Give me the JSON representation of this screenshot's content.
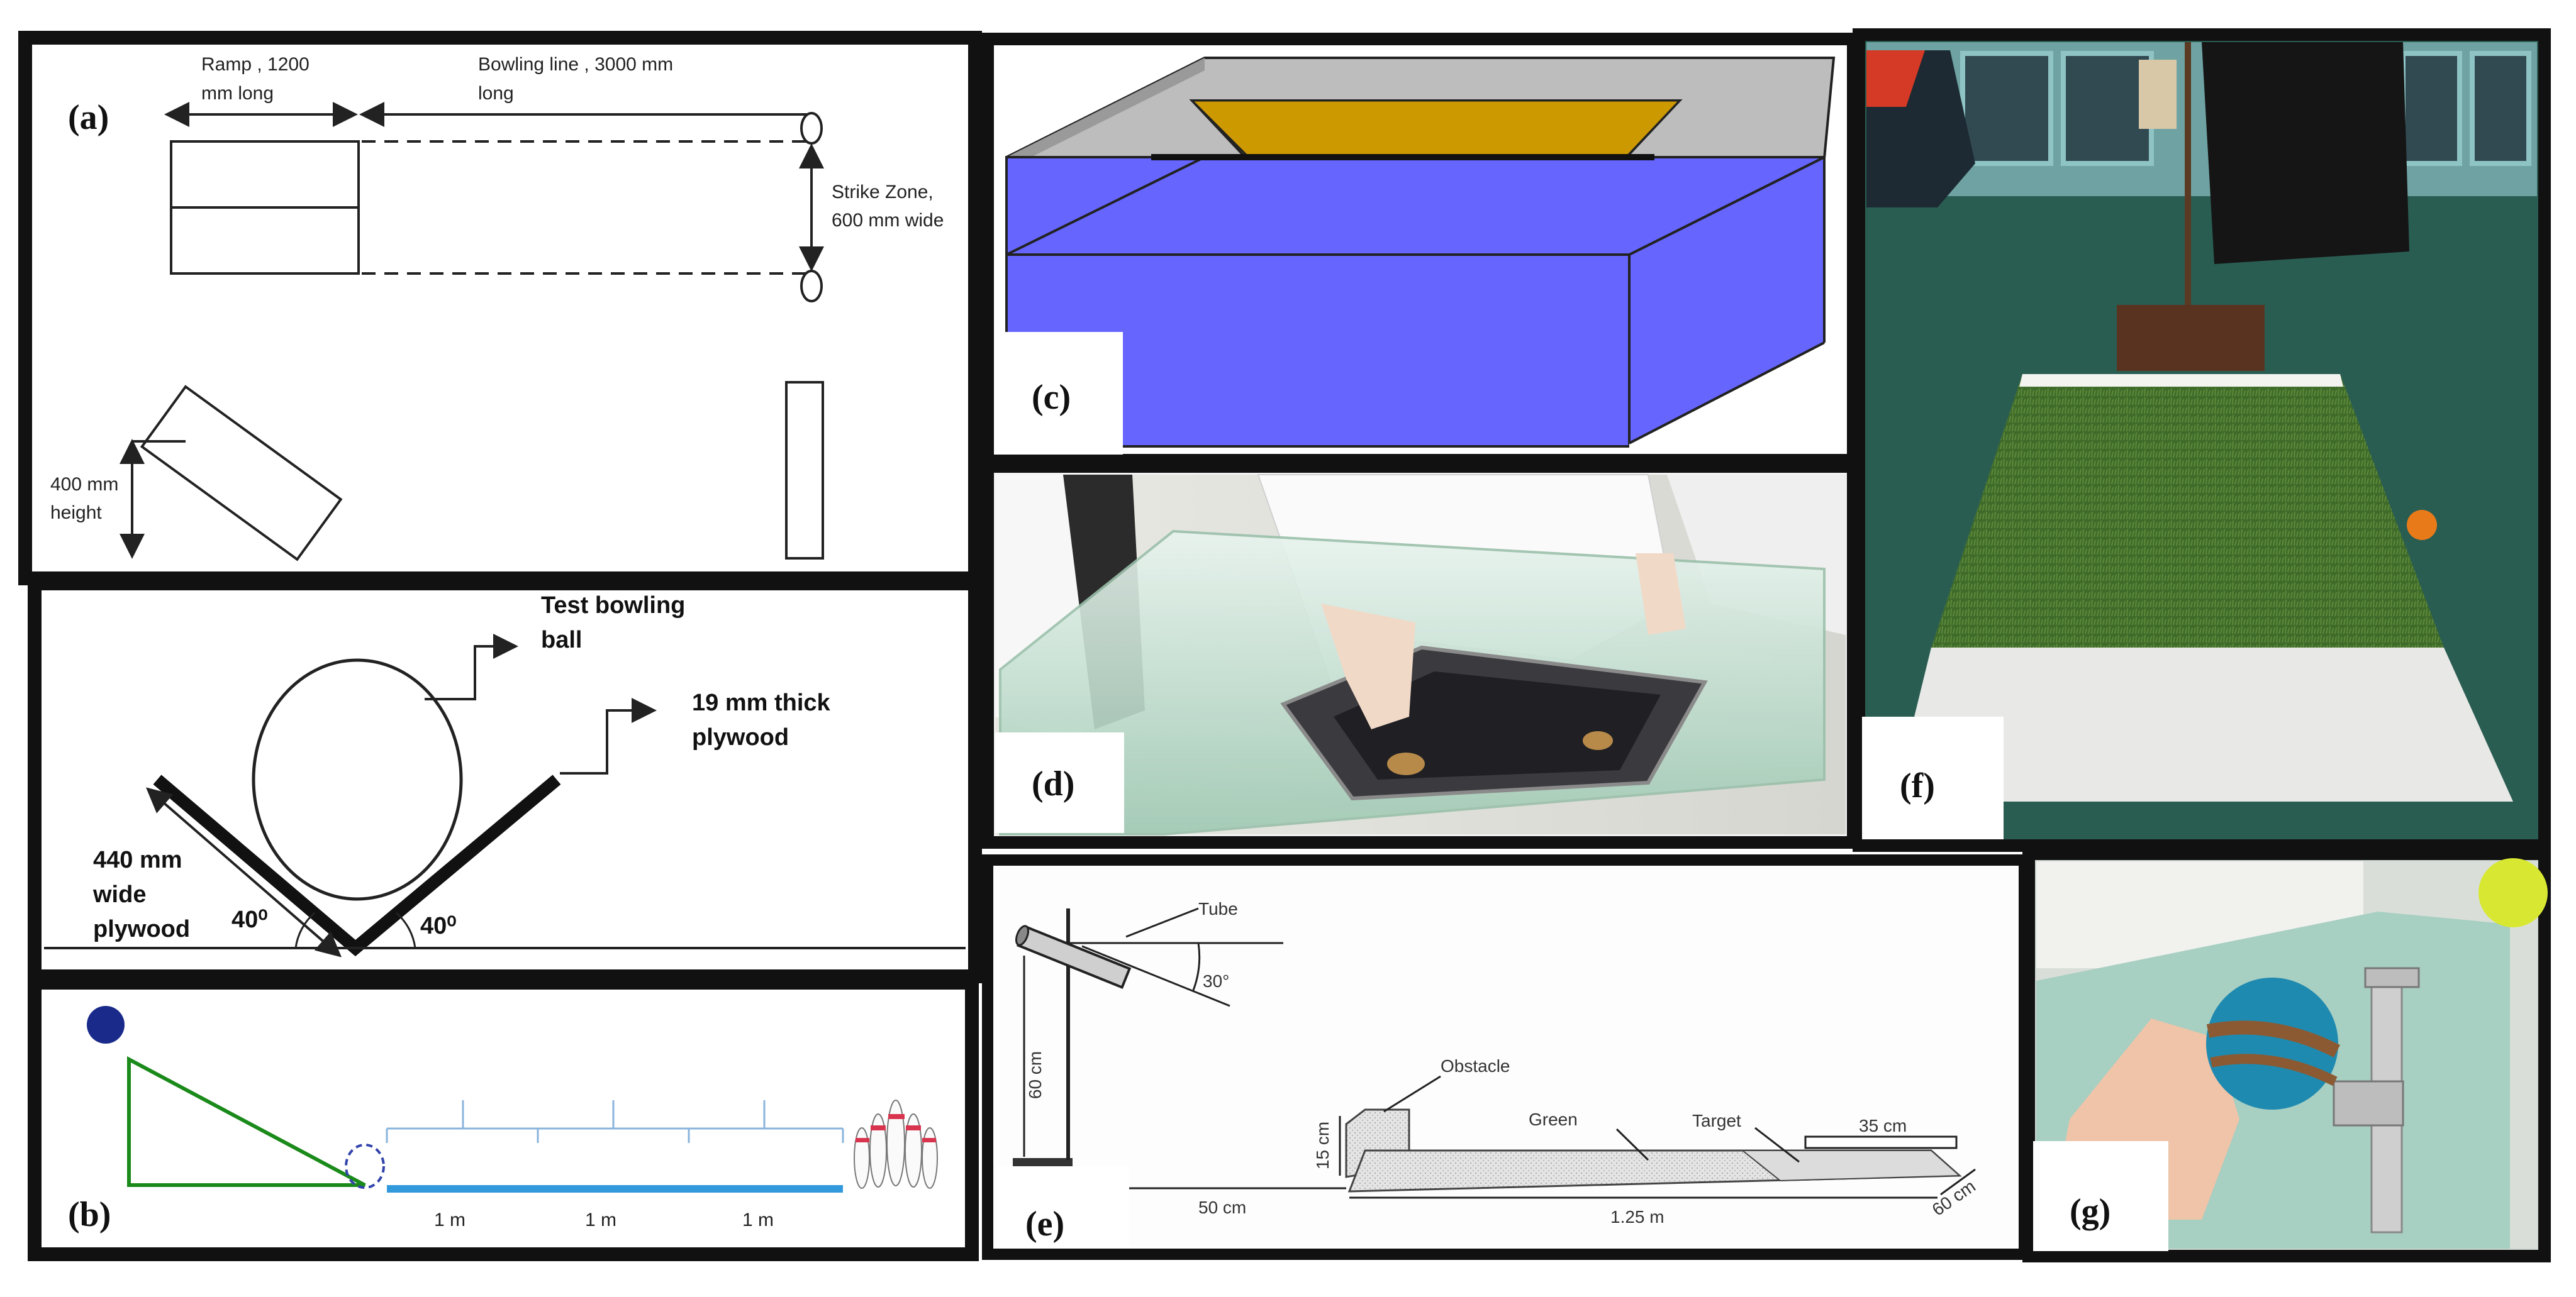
{
  "panels": {
    "a": {
      "label": "(a)",
      "ramp_text_1": "Ramp , 1200",
      "ramp_text_2": "mm long",
      "line_text_1": "Bowling line , 3000 mm",
      "line_text_2": "long",
      "strike_text_1": "Strike Zone,",
      "strike_text_2": "600 mm wide",
      "height_text_1": "400 mm",
      "height_text_2": "height"
    },
    "a2": {
      "ball_text_1": "Test bowling",
      "ball_text_2": "ball",
      "plywood_text_1": "19 mm thick",
      "plywood_text_2": "plywood",
      "wide_text_1": "440 mm",
      "wide_text_2": "wide",
      "wide_text_3": "plywood",
      "angle_left": "40⁰",
      "angle_right": "40⁰"
    },
    "b": {
      "label": "(b)",
      "segments": [
        "1 m",
        "1 m",
        "1 m"
      ]
    },
    "c": {
      "label": "(c)"
    },
    "d": {
      "label": "(d)"
    },
    "e": {
      "label": "(e)",
      "tube": "Tube",
      "angle": "30°",
      "height": "60 cm",
      "obstacle": "Obstacle",
      "obstacle_height": "15 cm",
      "green": "Green",
      "target": "Target",
      "target_len": "35 cm",
      "distance": "50 cm",
      "green_len": "1.25 m",
      "width": "60 cm"
    },
    "f": {
      "label": "(f)"
    },
    "g": {
      "label": "(g)"
    }
  },
  "colors": {
    "water": "#6666ff",
    "tray": "#cc9900",
    "glass": "#c8c8c8",
    "green_ramp": "#1a8a1a",
    "ball_blue": "#1a2a8a",
    "lane_blue": "#3399dd",
    "turf": "#3f6b2a",
    "floor": "#2a5d52"
  }
}
